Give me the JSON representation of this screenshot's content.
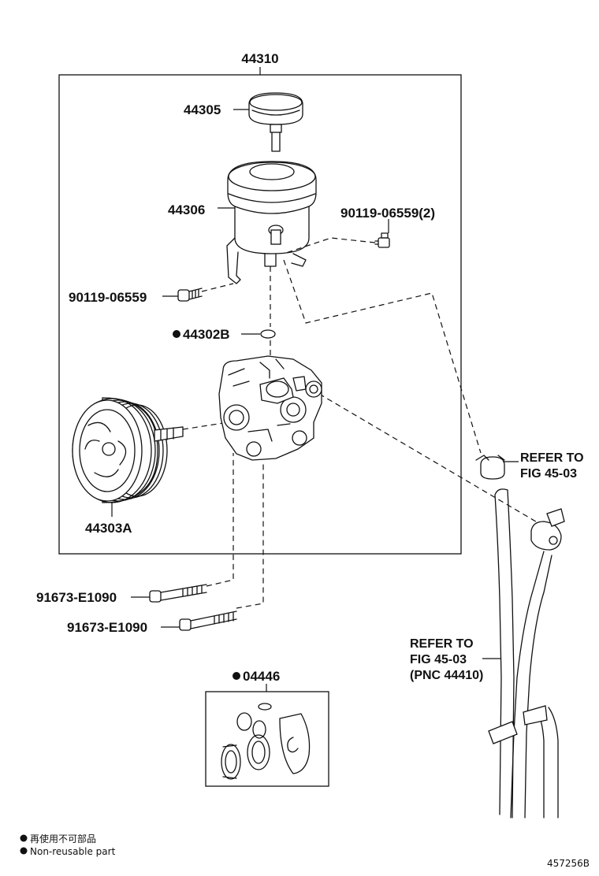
{
  "labels": {
    "assembly": "44310",
    "cap": "44305",
    "reservoir": "44306",
    "bolt_reservoir_right": "90119-06559(2)",
    "bolt_reservoir_left": "90119-06559",
    "oring": "44302B",
    "pulley": "44303A",
    "bolt_pump_1": "91673-E1090",
    "bolt_pump_2": "91673-E1090",
    "gasket_kit": "04446",
    "refer_upper_1": "REFER TO",
    "refer_upper_2": "FIG 45-03",
    "refer_lower_1": "REFER TO",
    "refer_lower_2": "FIG 45-03",
    "refer_lower_3": "(PNC 44410)"
  },
  "legend": {
    "line_jp": "再使用不可部品",
    "line_en": "Non-reusable part"
  },
  "figure_id": "457256B"
}
